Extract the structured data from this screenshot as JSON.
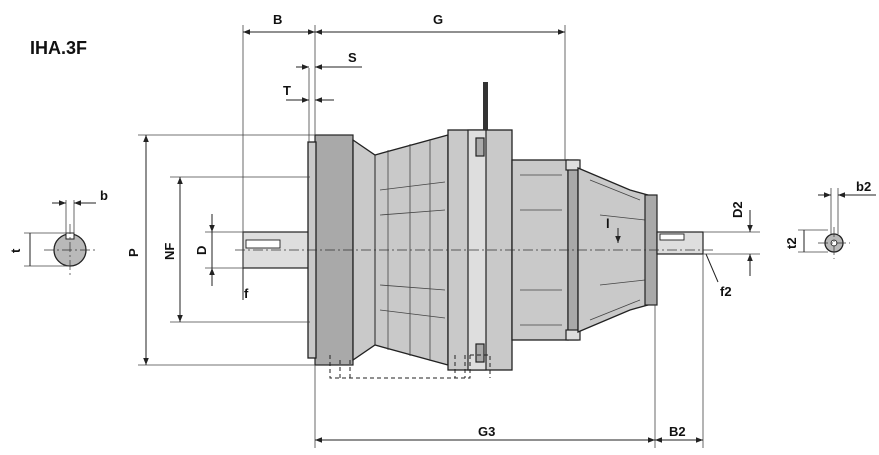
{
  "title": "IHA.3F",
  "dimensions": {
    "B": "B",
    "G": "G",
    "S": "S",
    "T": "T",
    "P": "P",
    "NF": "NF",
    "D": "D",
    "f": "f",
    "G3": "G3",
    "B2": "B2",
    "D2": "D2",
    "l": "l",
    "f2": "f2",
    "b": "b",
    "t": "t",
    "b2": "b2",
    "t2": "t2"
  }
}
